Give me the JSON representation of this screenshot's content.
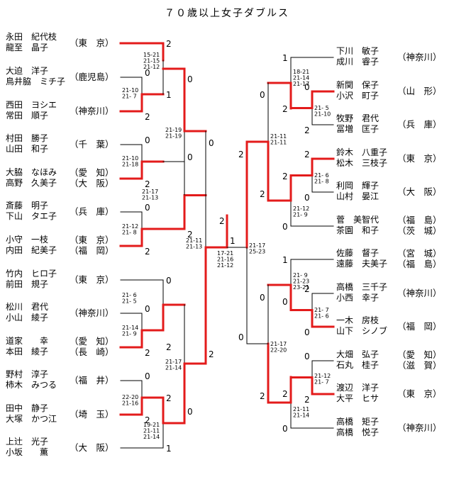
{
  "title": "７０歳以上女子ダブルス",
  "left_teams": [
    {
      "p1": "永田　紀代枝",
      "p2": "龍至　晶子",
      "pref": "（東　京）"
    },
    {
      "p1": "大迫　洋子",
      "p2": "鳥井脇　ミチ子",
      "pref": "（鹿児島）"
    },
    {
      "p1": "西田　ヨシエ",
      "p2": "常田　順子",
      "pref": "（神奈川）"
    },
    {
      "p1": "村田　勝子",
      "p2": "山田　和子",
      "pref": "（千　葉）"
    },
    {
      "p1": "大脇　なほみ",
      "p2": "高野　久美子",
      "pref": "（愛　知）",
      "pref2": "（大　阪）"
    },
    {
      "p1": "斎藤　明子",
      "p2": "下山　タエ子",
      "pref": "（兵　庫）"
    },
    {
      "p1": "小守　一枝",
      "p2": "内田　紀美子",
      "pref": "（東　京）",
      "pref2": "（福　岡）"
    },
    {
      "p1": "竹内　ヒロ子",
      "p2": "前田　規子",
      "pref": "（東　京）"
    },
    {
      "p1": "松川　君代",
      "p2": "小山　綾子",
      "pref": "（神奈川）"
    },
    {
      "p1": "道家　　幸",
      "p2": "本田　綾子",
      "pref": "（愛　知）",
      "pref2": "（長　崎）"
    },
    {
      "p1": "野村　淳子",
      "p2": "柿木　みつる",
      "pref": "（福　井）"
    },
    {
      "p1": "田中　静子",
      "p2": "大塚　かつ江",
      "pref": "（埼　玉）"
    },
    {
      "p1": "上辻　光子",
      "p2": "小坂　　薫",
      "pref": "（大　阪）"
    }
  ],
  "right_teams": [
    {
      "p1": "下川　敏子",
      "p2": "成川　睿子",
      "pref": "（神奈川）"
    },
    {
      "p1": "新関　保子",
      "p2": "小沢　町子",
      "pref": "（山　形）"
    },
    {
      "p1": "牧野　君代",
      "p2": "冨増　匡子",
      "pref": "（兵　庫）"
    },
    {
      "p1": "鈴木　八重子",
      "p2": "松木　三枝子",
      "pref": "（東　京）"
    },
    {
      "p1": "利岡　輝子",
      "p2": "山村　晏江",
      "pref": "（大　阪）"
    },
    {
      "p1": "菅　美智代",
      "p2": "茶園　和子",
      "pref": "（福　島）",
      "pref2": "（茨　城）"
    },
    {
      "p1": "佐藤　督子",
      "p2": "遠藤　夫美子",
      "pref": "（宮　城）",
      "pref2": "（福　島）"
    },
    {
      "p1": "高橋　三千子",
      "p2": "小西　幸子",
      "pref": "（神奈川）"
    },
    {
      "p1": "一木　房枝",
      "p2": "山下　シノブ",
      "pref": "（福　岡）"
    },
    {
      "p1": "大畑　弘子",
      "p2": "石丸　桂子",
      "pref": "（愛　知）",
      "pref2": "（滋　賀）"
    },
    {
      "p1": "渡辺　洋子",
      "p2": "大平　ヒサ",
      "pref": "（東　京）"
    },
    {
      "p1": "高橋　矩子",
      "p2": "高橋　悦子",
      "pref": "（神奈川）"
    }
  ],
  "scores": {
    "L1": {
      "t": "2",
      "b": "0",
      "g": [
        "15-21",
        "21-15",
        "21-12"
      ]
    },
    "L2": {
      "t": "0",
      "b": "2",
      "g": [
        "21-10",
        "21- 7"
      ]
    },
    "L3": {
      "t": "1",
      "b": "2"
    },
    "L4": {
      "t": "0",
      "b": "2",
      "g": [
        "21-10",
        "21-18"
      ]
    },
    "L5": {
      "t": "0",
      "b": "2",
      "g": [
        "21-12",
        "21- 8"
      ]
    },
    "L6": {
      "t": "0",
      "b": "2",
      "g": [
        "21-17",
        "21-13"
      ]
    },
    "L7": {
      "t": "0",
      "b": "2",
      "g": [
        "21-19",
        "21-19"
      ]
    },
    "L8": {
      "t": "0",
      "b": "2",
      "g": [
        "21- 6",
        "21- 5"
      ]
    },
    "L9": {
      "t": "0",
      "b": "2",
      "g": [
        "21-14",
        "21- 9"
      ]
    },
    "L10": {
      "t": "0",
      "b": "2",
      "g": [
        "22-20",
        "21-16"
      ]
    },
    "L11": {
      "t": "2",
      "b": "1",
      "g": [
        "19-21",
        "21-11",
        "21-14"
      ]
    },
    "L12": {
      "t": "2",
      "b": "0"
    },
    "L13": {
      "t": "0",
      "b": "2",
      "g": [
        "21-17",
        "21-14"
      ]
    },
    "L14": {
      "t": "0",
      "b": "2",
      "g": [
        "21-11",
        "21-13"
      ]
    },
    "R1": {
      "t": "0",
      "b": "2",
      "g": [
        "21- 5",
        "21-10"
      ]
    },
    "R2": {
      "t": "1",
      "b": "2",
      "g": [
        "18-21",
        "21-14",
        "21-17"
      ]
    },
    "R3": {
      "t": "2",
      "b": "0",
      "g": [
        "21- 6",
        "21- 8"
      ]
    },
    "R4": {
      "t": "2",
      "b": "0",
      "g": [
        "21-12",
        "21- 9"
      ]
    },
    "R5": {
      "t": "0",
      "b": "2",
      "g": [
        "21-11",
        "21-11"
      ]
    },
    "R6": {
      "t": "2",
      "b": "0",
      "g": [
        "21- 7",
        "21- 6"
      ]
    },
    "R7": {
      "t": "1",
      "b": "0",
      "g": [
        "21- 9",
        "21-23",
        "23-21"
      ]
    },
    "R8": {
      "t": "0",
      "b": "2",
      "g": [
        "21-12",
        "21- 7"
      ]
    },
    "R9": {
      "t": "0",
      "b": "2",
      "g": [
        "21-11",
        "21-14"
      ]
    },
    "R10": {
      "t": "0",
      "b": "2",
      "g": [
        "21-17",
        "22-20"
      ]
    },
    "R11": {
      "t": "2",
      "b": "0",
      "g": [
        "21-17",
        "25-23"
      ]
    },
    "F": {
      "t": "2",
      "b": "1",
      "g": [
        "17-21",
        "21-16",
        "21-12"
      ]
    }
  }
}
